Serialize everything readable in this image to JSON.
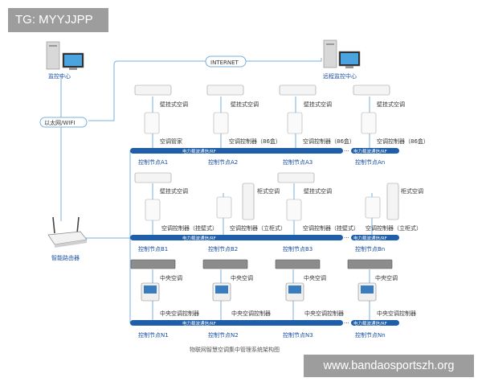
{
  "watermarks": {
    "top_left": "TG: MYYJJPP",
    "bottom_right": "www.bandaosportszh.org"
  },
  "top": {
    "monitor_center": "监控中心",
    "internet": "INTERNET",
    "remote_monitor": "远程监控中心",
    "ethernet": "以太网/WIFI",
    "router": "智能路由器"
  },
  "row1": {
    "device": "壁挂式空调",
    "ctrl_a1": "空调管家",
    "ctrl_other": "空调控制器（86盒）",
    "bus": "电力载波通信/RF",
    "nodes": [
      "控制节点A1",
      "控制节点A2",
      "控制节点A3",
      "控制节点An"
    ]
  },
  "row2": {
    "wall_ac": "壁挂式空调",
    "cabinet_ac": "柜式空调",
    "ctrl_wall": "空调控制器（挂壁式）",
    "ctrl_cabinet": "空调控制器（立柜式）",
    "bus": "电力载波通信/RF",
    "nodes": [
      "控制节点B1",
      "控制节点B2",
      "控制节点B3",
      "控制节点Bn"
    ]
  },
  "row3": {
    "central_ac": "中央空调",
    "ctrl": "中央空调控制器",
    "bus": "电力载波通信/RF",
    "nodes": [
      "控制节点N1",
      "控制节点N2",
      "控制节点N3",
      "控制节点Nn"
    ]
  },
  "caption": "物联网智慧空调集中管理系统架构图",
  "ellipsis": "···"
}
